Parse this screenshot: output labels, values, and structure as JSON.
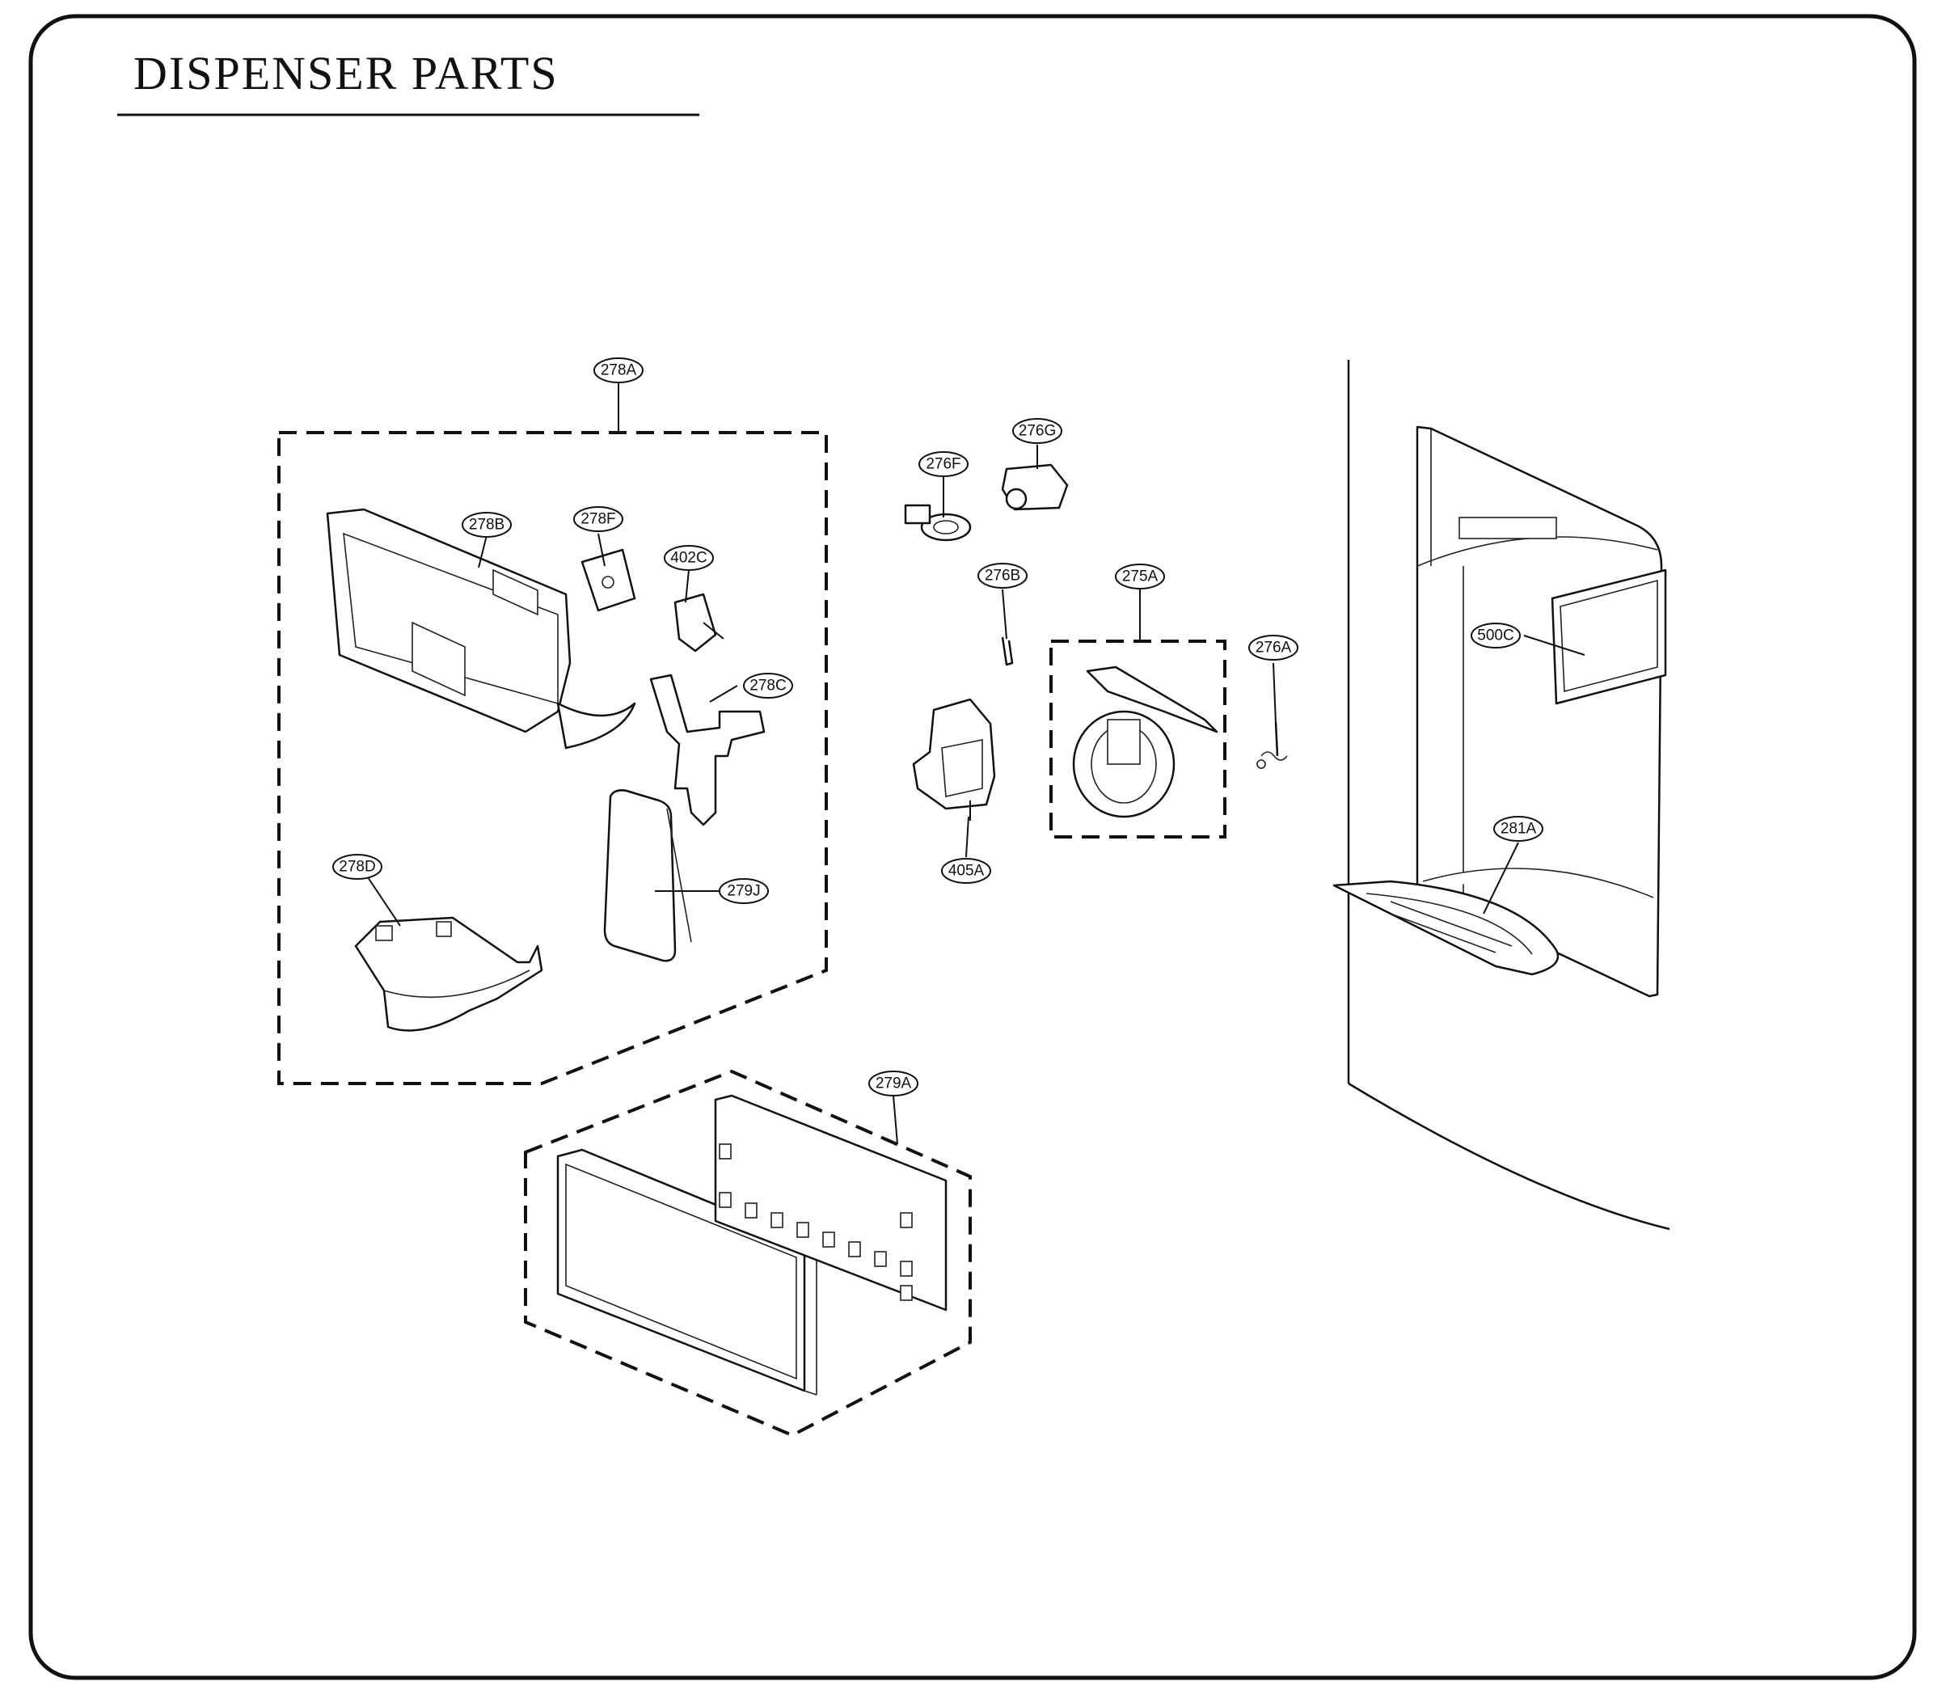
{
  "title": "DISPENSER PARTS",
  "callouts": {
    "c278A": "278A",
    "c278B": "278B",
    "c278F": "278F",
    "c402C": "402C",
    "c278C": "278C",
    "c278D": "278D",
    "c279J": "279J",
    "c276F": "276F",
    "c276G": "276G",
    "c276B": "276B",
    "c275A": "275A",
    "c276A": "276A",
    "c405A": "405A",
    "c500C": "500C",
    "c281A": "281A",
    "c279A": "279A"
  }
}
